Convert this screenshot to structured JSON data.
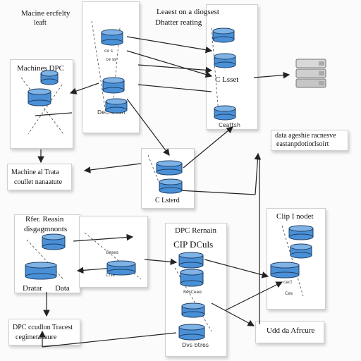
{
  "texts": {
    "machine_title": "Macine ercfelty",
    "machine_sub": "leaft",
    "center_title": "Leaest on a diogsest",
    "center_sub": "Dhatter reating",
    "left_panel_title": "Machines DPC",
    "left_panel_label": "Dechecan",
    "right_dataset_label": "C Lsset",
    "right_bottom_label": "Ceattsh",
    "callout_right_line1": "data ageshie racnesve",
    "callout_right_line2": "eastanpdotiorlsoirt",
    "callout_left_line1": "Machine al Trata",
    "callout_left_line2": "coullet nanaatute",
    "mid_label": "C Lsterd",
    "left2_line1": "Rfer. Reasin",
    "left2_line2": "disgagmnonts",
    "left2_bottom": "Dratar",
    "left2_bottom_b": "Data",
    "cluster_title": "DPC Rernain",
    "cluster_sub": "CIP DCuls",
    "cluster_bottom": "Dvs btres",
    "right_node_title": "Clip I nodet",
    "bottom_left_line1": "DPC ccudlon Tracest",
    "bottom_left_line2": "cegimetadaure",
    "bottom_right": "Udd da Afrcure",
    "small_ce1": "ce s",
    "small_ce2": "ce ss",
    "small_ceses": "Ceses",
    "small_crss": "Crss",
    "small_resees": "ResCeee",
    "small_cecl": "cecl",
    "small_ces": "Ces"
  },
  "colors": {
    "drum_fill": "#4a90d6",
    "drum_top": "#7fb3e6",
    "drum_stroke": "#1f3f66",
    "line": "#222222",
    "panel_border": "#cfcfcf"
  },
  "icons": [
    "database-cylinder-icon",
    "server-stack-icon",
    "arrow-icon"
  ]
}
